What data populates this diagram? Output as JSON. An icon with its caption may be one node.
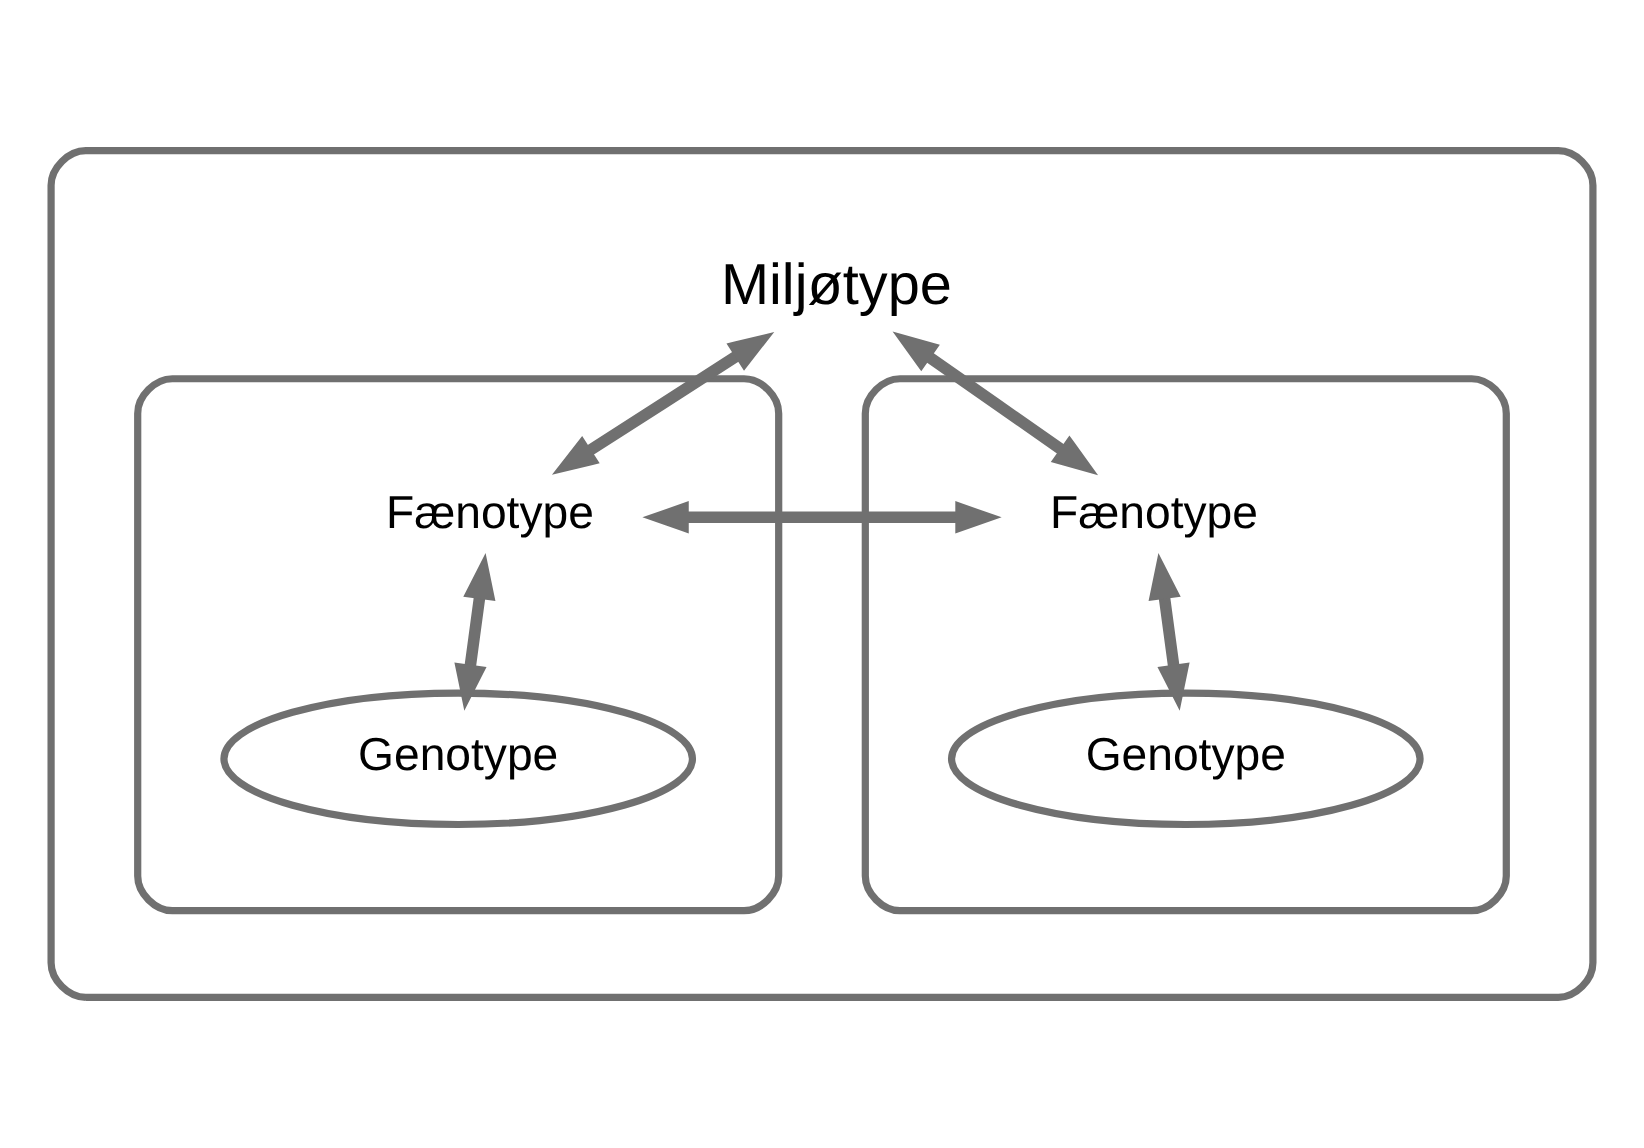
{
  "diagram": {
    "nodes": [
      {
        "text": [],
        "shape": "ellipse"
      },
      {
        "text": [
          "Miljøtype"
        ],
        "in": 0
      },
      {
        "text": [],
        "shape": "ellipse",
        "in": 0
      },
      {
        "text": [
          "Fænotype"
        ],
        "in": 2
      },
      {
        "text": [
          "Genotype"
        ],
        "in": 2
      },
      {
        "text": [],
        "shape": "ellipse",
        "in": 0
      },
      {
        "text": [
          "Fænotype"
        ],
        "in": 5
      },
      {
        "text": [
          "Genotype"
        ],
        "in": 5
      }
    ],
    "edges": [
      {
        "from": 1,
        "to": 3,
        "arrow": "both"
      },
      {
        "from": 1,
        "to": 6,
        "arrow": "both"
      },
      {
        "from": 3,
        "to": 6,
        "arrow": "both"
      },
      {
        "from": 3,
        "to": 4,
        "arrow": "both"
      },
      {
        "from": 6,
        "to": 7,
        "arrow": "both"
      }
    ]
  }
}
